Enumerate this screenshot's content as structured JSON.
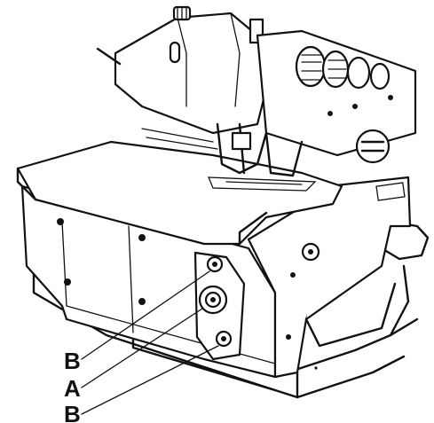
{
  "callouts": [
    {
      "label": "B"
    },
    {
      "label": "A"
    },
    {
      "label": "B"
    }
  ],
  "colors": {
    "ink": "#111111",
    "paper": "#ffffff"
  }
}
